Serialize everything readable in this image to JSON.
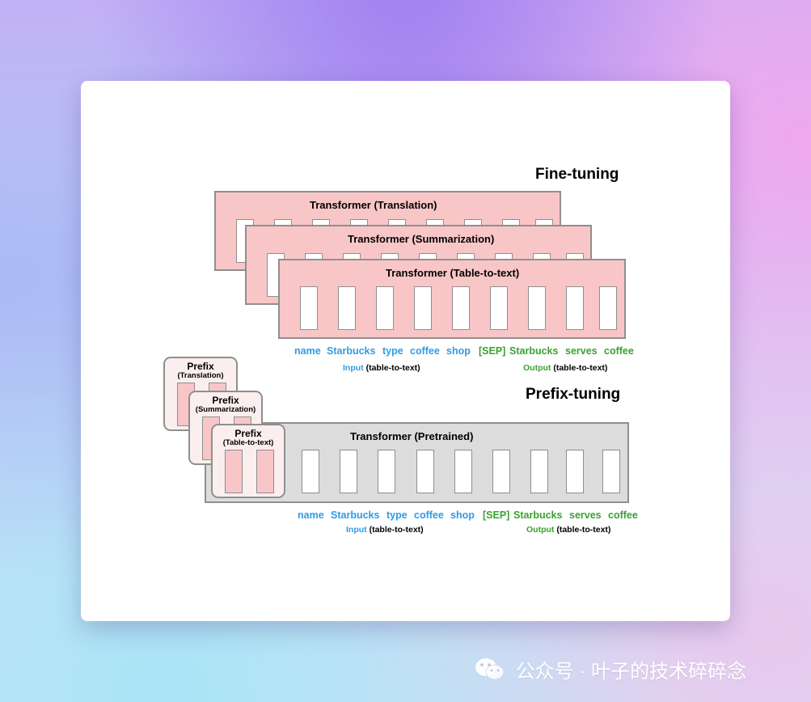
{
  "fine_tuning": {
    "title": "Fine-tuning",
    "panels": [
      {
        "title": "Transformer (Translation)"
      },
      {
        "title": "Transformer (Summarization)"
      },
      {
        "title": "Transformer (Table-to-text)"
      }
    ],
    "tokens_input": [
      "name",
      "Starbucks",
      "type",
      "coffee",
      "shop"
    ],
    "tokens_output": [
      "[SEP]",
      "Starbucks",
      "serves",
      "coffee"
    ],
    "input_label": "Input",
    "input_suffix": "(table-to-text)",
    "output_label": "Output",
    "output_suffix": "(table-to-text)"
  },
  "prefix_tuning": {
    "title": "Prefix-tuning",
    "panel_title": "Transformer  (Pretrained)",
    "prefixes": [
      {
        "title": "Prefix",
        "subtitle": "(Translation)"
      },
      {
        "title": "Prefix",
        "subtitle": "(Summarization)"
      },
      {
        "title": "Prefix",
        "subtitle": "(Table-to-text)"
      }
    ],
    "tokens_input": [
      "name",
      "Starbucks",
      "type",
      "coffee",
      "shop"
    ],
    "tokens_output": [
      "[SEP]",
      "Starbucks",
      "serves",
      "coffee"
    ],
    "input_label": "Input",
    "input_suffix": "(table-to-text)",
    "output_label": "Output",
    "output_suffix": "(table-to-text)"
  },
  "colors": {
    "input_token": "#2f9ce6",
    "output_token": "#3aa230",
    "finetune_panel": "#f9c6c8",
    "pretrained_panel": "#dcdcdc"
  },
  "watermark": {
    "icon": "wechat-icon",
    "text": "公众号 · 叶子的技术碎碎念"
  }
}
